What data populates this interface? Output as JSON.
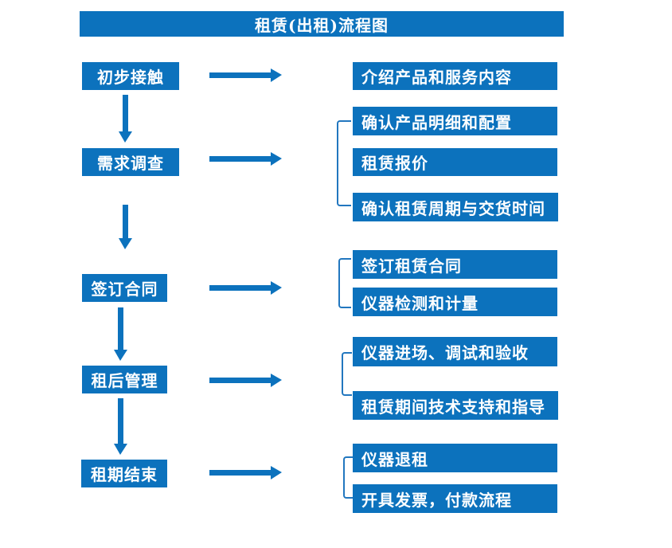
{
  "title": "租赁(出租)流程图",
  "colors": {
    "primary": "#0c72bd",
    "text_on_primary": "#ffffff",
    "background": "#ffffff"
  },
  "flow": {
    "steps": [
      {
        "label": "初步接触",
        "details": [
          "介绍产品和服务内容"
        ]
      },
      {
        "label": "需求调查",
        "details": [
          "确认产品明细和配置",
          "租赁报价",
          "确认租赁周期与交货时间"
        ]
      },
      {
        "label": "签订合同",
        "details": [
          "签订租赁合同",
          "仪器检测和计量"
        ]
      },
      {
        "label": "租后管理",
        "details": [
          "仪器进场、调试和验收",
          "租赁期间技术支持和指导"
        ]
      },
      {
        "label": "租期结束",
        "details": [
          "仪器退租",
          "开具发票，付款流程"
        ]
      }
    ]
  }
}
